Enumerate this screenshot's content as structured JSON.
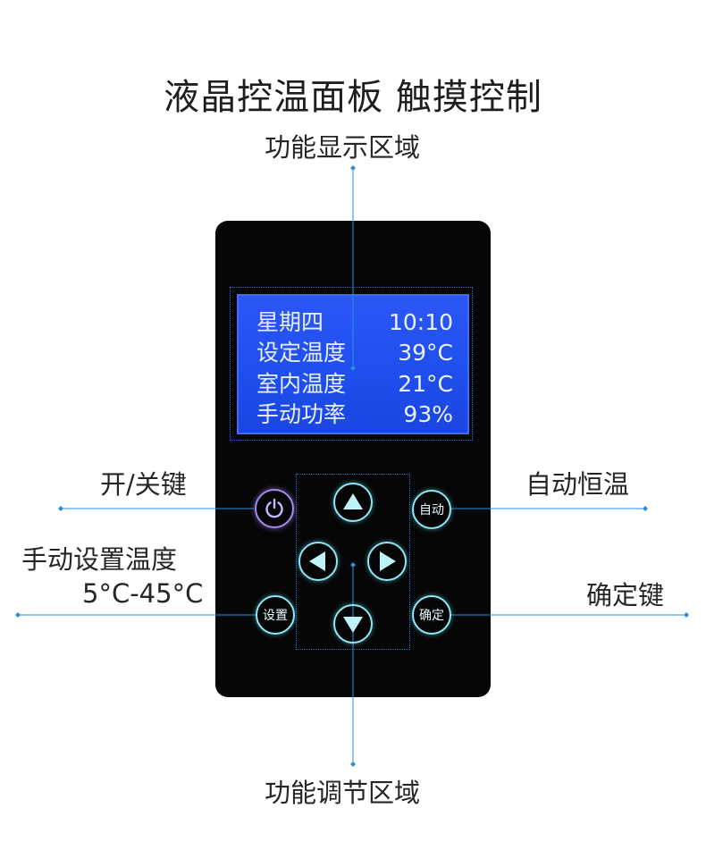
{
  "title": "液晶控温面板  触摸控制",
  "annotations": {
    "display_area": "功能显示区域",
    "power_key": "开/关键",
    "manual_set_line1": "手动设置温度",
    "manual_set_line2": "5°C-45°C",
    "auto_constant": "自动恒温",
    "confirm_key": "确定键",
    "adjust_area": "功能调节区域"
  },
  "lcd": {
    "rows": [
      {
        "label": "星期四",
        "value": "10:10"
      },
      {
        "label": "设定温度",
        "value": "39°C"
      },
      {
        "label": "室内温度",
        "value": "21°C"
      },
      {
        "label": "手动功率",
        "value": "93%"
      }
    ]
  },
  "buttons": {
    "auto": "自动",
    "set": "设置",
    "confirm": "确定"
  },
  "icons": {
    "power": "power-icon",
    "up": "triangle-up-icon",
    "down": "triangle-down-icon",
    "left": "triangle-left-icon",
    "right": "triangle-right-icon"
  },
  "colors": {
    "lcd_background": "#1f4fee",
    "lcd_text": "#eaf0ff",
    "button_glow": "#8fe8f4",
    "power_glow": "#a68bf0",
    "callout_line": "#2a8fe0",
    "device_body": "#060606"
  }
}
